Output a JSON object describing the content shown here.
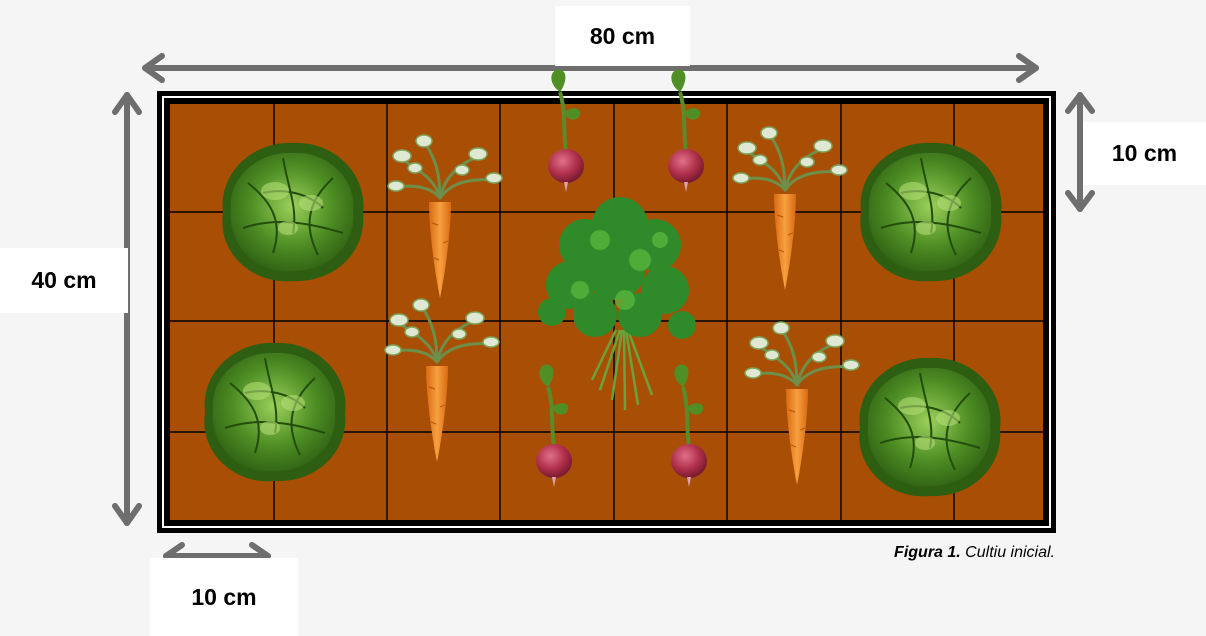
{
  "dimensions": {
    "width_label": "80 cm",
    "height_label": "40 cm",
    "cell_height_label": "10 cm",
    "cell_width_label": "10 cm"
  },
  "caption": {
    "prefix": "Figura 1.",
    "text": " Cultiu inicial."
  },
  "grid": {
    "rows": 4,
    "columns": 8
  },
  "plants": [
    {
      "type": "lettuce",
      "name": "lettuce-top-left"
    },
    {
      "type": "lettuce",
      "name": "lettuce-bottom-left"
    },
    {
      "type": "lettuce",
      "name": "lettuce-top-right"
    },
    {
      "type": "lettuce",
      "name": "lettuce-bottom-right"
    },
    {
      "type": "carrot",
      "name": "carrot-top-left"
    },
    {
      "type": "carrot",
      "name": "carrot-bottom-left"
    },
    {
      "type": "carrot",
      "name": "carrot-top-right"
    },
    {
      "type": "carrot",
      "name": "carrot-bottom-right"
    },
    {
      "type": "radish",
      "name": "radish-top-1"
    },
    {
      "type": "radish",
      "name": "radish-top-2"
    },
    {
      "type": "radish",
      "name": "radish-bottom-1"
    },
    {
      "type": "radish",
      "name": "radish-bottom-2"
    },
    {
      "type": "parsley",
      "name": "parsley-center"
    }
  ],
  "colors": {
    "soil": "#a94f05",
    "grid_lines": "#000000",
    "frame": "#000000",
    "arrows": "#6e6e6e",
    "lettuce": "#3f7a1f",
    "carrot": "#f08a24",
    "radish": "#b0304a",
    "parsley": "#2f8a2a"
  }
}
